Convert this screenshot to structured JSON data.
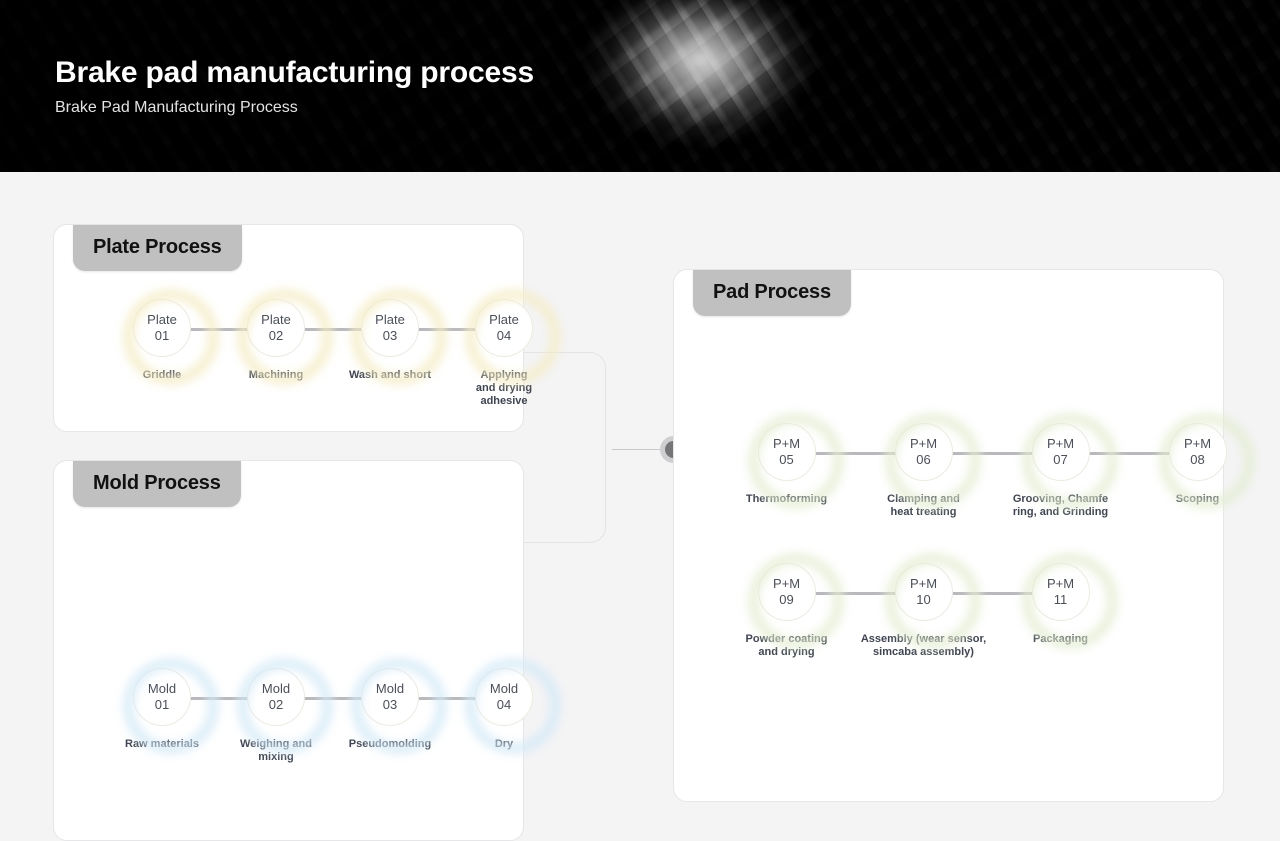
{
  "header": {
    "title": "Brake pad manufacturing process",
    "subtitle": "Brake Pad Manufacturing Process"
  },
  "cards": {
    "plate": {
      "title": "Plate Process",
      "glow_color": "#f4ecc4",
      "nodes": [
        {
          "code_a": "Plate",
          "code_b": "01",
          "label": "Griddle"
        },
        {
          "code_a": "Plate",
          "code_b": "02",
          "label": "Machining"
        },
        {
          "code_a": "Plate",
          "code_b": "03",
          "label": "Wash and short"
        },
        {
          "code_a": "Plate",
          "code_b": "04",
          "label": "Applying\nand drying\nadhesive"
        }
      ]
    },
    "mold": {
      "title": "Mold Process",
      "glow_color": "#d3e9f7",
      "nodes": [
        {
          "code_a": "Mold",
          "code_b": "01",
          "label": "Raw materials"
        },
        {
          "code_a": "Mold",
          "code_b": "02",
          "label": "Weighing and\nmixing"
        },
        {
          "code_a": "Mold",
          "code_b": "03",
          "label": "Pseudomolding"
        },
        {
          "code_a": "Mold",
          "code_b": "04",
          "label": "Dry"
        }
      ]
    },
    "pad": {
      "title": "Pad Process",
      "glow_color": "#e4edd2",
      "row1": [
        {
          "code_a": "P+M",
          "code_b": "05",
          "label": "Thermoforming"
        },
        {
          "code_a": "P+M",
          "code_b": "06",
          "label": "Clamping and\nheat treating"
        },
        {
          "code_a": "P+M",
          "code_b": "07",
          "label": "Grooving, Chamfe\nring, and Grinding"
        },
        {
          "code_a": "P+M",
          "code_b": "08",
          "label": "Scoping"
        }
      ],
      "row2": [
        {
          "code_a": "P+M",
          "code_b": "09",
          "label": "Powder coating\nand drying"
        },
        {
          "code_a": "P+M",
          "code_b": "10",
          "label": "Assembly (wear sensor,\nsimcaba assembly)"
        },
        {
          "code_a": "P+M",
          "code_b": "11",
          "label": "Packaging"
        }
      ]
    }
  },
  "connector": {
    "junction_name": "process-junction-node",
    "line_color": "#c9c9cc"
  }
}
